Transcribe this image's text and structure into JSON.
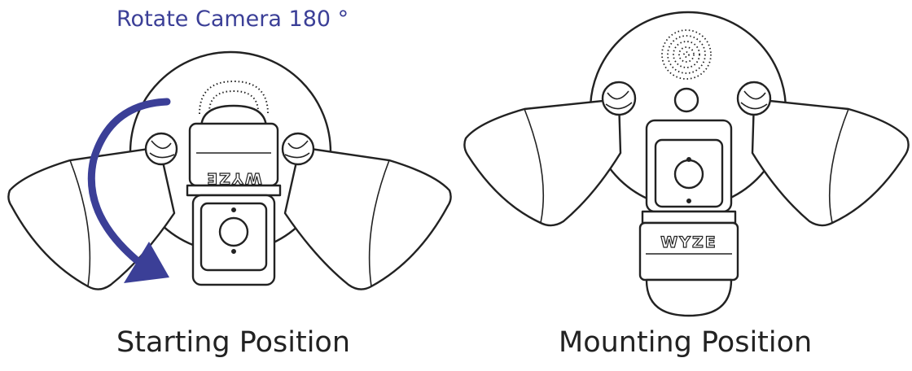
{
  "instruction": {
    "text": "Rotate Camera 180 °"
  },
  "left_panel": {
    "caption": "Starting Position",
    "brand_text": "WYZE"
  },
  "right_panel": {
    "caption": "Mounting Position",
    "brand_text": "WYZE"
  },
  "colors": {
    "accent": "#3b3f97",
    "line": "#222222",
    "background": "#ffffff"
  },
  "icons": [
    "rotate-arrow-icon"
  ]
}
